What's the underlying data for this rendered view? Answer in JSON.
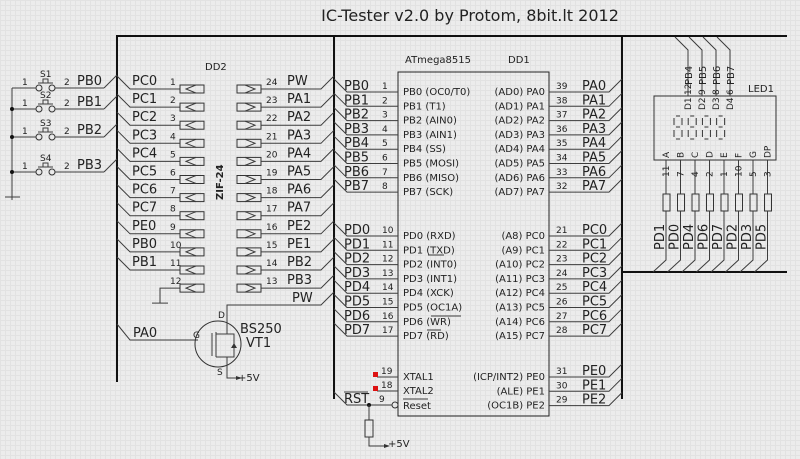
{
  "title": "IC-Tester v2.0 by Protom, 8bit.lt 2012",
  "switches": [
    {
      "ref": "S1",
      "pin1": "1",
      "pin2": "2",
      "net": "PB0"
    },
    {
      "ref": "S2",
      "pin1": "1",
      "pin2": "2",
      "net": "PB1"
    },
    {
      "ref": "S3",
      "pin1": "1",
      "pin2": "2",
      "net": "PB2"
    },
    {
      "ref": "S4",
      "pin1": "1",
      "pin2": "2",
      "net": "PB3"
    }
  ],
  "dd2": {
    "ref": "DD2",
    "name": "ZIF-24",
    "left": [
      {
        "net": "PC0",
        "pin": "1"
      },
      {
        "net": "PC1",
        "pin": "2"
      },
      {
        "net": "PC2",
        "pin": "3"
      },
      {
        "net": "PC3",
        "pin": "4"
      },
      {
        "net": "PC4",
        "pin": "5"
      },
      {
        "net": "PC5",
        "pin": "6"
      },
      {
        "net": "PC6",
        "pin": "7"
      },
      {
        "net": "PC7",
        "pin": "8"
      },
      {
        "net": "PE0",
        "pin": "9"
      },
      {
        "net": "PB0",
        "pin": "10"
      },
      {
        "net": "PB1",
        "pin": "11"
      },
      {
        "net": "",
        "pin": "12"
      }
    ],
    "right": [
      {
        "net": "PW",
        "pin": "24"
      },
      {
        "net": "PA1",
        "pin": "23"
      },
      {
        "net": "PA2",
        "pin": "22"
      },
      {
        "net": "PA3",
        "pin": "21"
      },
      {
        "net": "PA4",
        "pin": "20"
      },
      {
        "net": "PA5",
        "pin": "19"
      },
      {
        "net": "PA6",
        "pin": "18"
      },
      {
        "net": "PA7",
        "pin": "17"
      },
      {
        "net": "PE2",
        "pin": "16"
      },
      {
        "net": "PE1",
        "pin": "15"
      },
      {
        "net": "PB2",
        "pin": "14"
      },
      {
        "net": "PB3",
        "pin": "13"
      }
    ]
  },
  "vt1": {
    "ref": "VT1",
    "part": "BS250",
    "gate": "G",
    "drain": "D",
    "source": "S",
    "gate_net": "PA0",
    "drain_net": "PW",
    "supply": "+5V"
  },
  "dd1": {
    "ref": "DD1",
    "part": "ATmega8515",
    "left_top": [
      {
        "net": "PB0",
        "pin": "1",
        "fn": "PB0 (OC0/T0)"
      },
      {
        "net": "PB1",
        "pin": "2",
        "fn": "PB1 (T1)"
      },
      {
        "net": "PB2",
        "pin": "3",
        "fn": "PB2 (AIN0)"
      },
      {
        "net": "PB3",
        "pin": "4",
        "fn": "PB3 (AIN1)"
      },
      {
        "net": "PB4",
        "pin": "5",
        "fn": "PB4 (SS)"
      },
      {
        "net": "PB5",
        "pin": "6",
        "fn": "PB5 (MOSI)"
      },
      {
        "net": "PB6",
        "pin": "7",
        "fn": "PB6 (MISO)"
      },
      {
        "net": "PB7",
        "pin": "8",
        "fn": "PB7 (SCK)"
      }
    ],
    "left_mid": [
      {
        "net": "PD0",
        "pin": "10",
        "fn": "PD0 (RXD)"
      },
      {
        "net": "PD1",
        "pin": "11",
        "fn": "PD1 (TXD)"
      },
      {
        "net": "PD2",
        "pin": "12",
        "fn": "PD2 (INT0)"
      },
      {
        "net": "PD3",
        "pin": "13",
        "fn": "PD3 (INT1)"
      },
      {
        "net": "PD4",
        "pin": "14",
        "fn": "PD4 (XCK)"
      },
      {
        "net": "PD5",
        "pin": "15",
        "fn": "PD5 (OC1A)"
      },
      {
        "net": "PD6",
        "pin": "16",
        "fn": "PD6 (WR)"
      },
      {
        "net": "PD7",
        "pin": "17",
        "fn": "PD7 (RD)"
      }
    ],
    "left_bot": [
      {
        "net": "",
        "pin": "19",
        "fn": "XTAL1"
      },
      {
        "net": "",
        "pin": "18",
        "fn": "XTAL2"
      },
      {
        "net": "RST",
        "pin": "9",
        "fn": "Reset"
      }
    ],
    "right_top": [
      {
        "net": "PA0",
        "pin": "39",
        "fn": "(AD0) PA0"
      },
      {
        "net": "PA1",
        "pin": "38",
        "fn": "(AD1) PA1"
      },
      {
        "net": "PA2",
        "pin": "37",
        "fn": "(AD2) PA2"
      },
      {
        "net": "PA3",
        "pin": "36",
        "fn": "(AD3) PA3"
      },
      {
        "net": "PA4",
        "pin": "35",
        "fn": "(AD4) PA4"
      },
      {
        "net": "PA5",
        "pin": "34",
        "fn": "(AD5) PA5"
      },
      {
        "net": "PA6",
        "pin": "33",
        "fn": "(AD6) PA6"
      },
      {
        "net": "PA7",
        "pin": "32",
        "fn": "(AD7) PA7"
      }
    ],
    "right_mid": [
      {
        "net": "PC0",
        "pin": "21",
        "fn": "(A8) PC0"
      },
      {
        "net": "PC1",
        "pin": "22",
        "fn": "(A9) PC1"
      },
      {
        "net": "PC2",
        "pin": "23",
        "fn": "(A10) PC2"
      },
      {
        "net": "PC3",
        "pin": "24",
        "fn": "(A11) PC3"
      },
      {
        "net": "PC4",
        "pin": "25",
        "fn": "(A12) PC4"
      },
      {
        "net": "PC5",
        "pin": "26",
        "fn": "(A13) PC5"
      },
      {
        "net": "PC6",
        "pin": "27",
        "fn": "(A14) PC6"
      },
      {
        "net": "PC7",
        "pin": "28",
        "fn": "(A15) PC7"
      }
    ],
    "right_bot": [
      {
        "net": "PE0",
        "pin": "31",
        "fn": "(ICP/INT2) PE0"
      },
      {
        "net": "PE1",
        "pin": "30",
        "fn": "(ALE) PE1"
      },
      {
        "net": "PE2",
        "pin": "29",
        "fn": "(OC1B) PE2"
      }
    ],
    "reset_supply": "+5V"
  },
  "led1": {
    "ref": "LED1",
    "digits": [
      {
        "net": "PB4",
        "pin": "12",
        "label": "D1"
      },
      {
        "net": "PB5",
        "pin": "9",
        "label": "D2"
      },
      {
        "net": "PB6",
        "pin": "8",
        "label": "D3"
      },
      {
        "net": "PB7",
        "pin": "6",
        "label": "D4"
      }
    ],
    "segments": [
      {
        "label": "A",
        "pin": "11",
        "net": "PD1"
      },
      {
        "label": "B",
        "pin": "7",
        "net": "PD0"
      },
      {
        "label": "C",
        "pin": "4",
        "net": "PD4"
      },
      {
        "label": "D",
        "pin": "2",
        "net": "PD6"
      },
      {
        "label": "E",
        "pin": "1",
        "net": "PD7"
      },
      {
        "label": "F",
        "pin": "10",
        "net": "PD2"
      },
      {
        "label": "G",
        "pin": "5",
        "net": "PD3"
      },
      {
        "label": "DP",
        "pin": "3",
        "net": "PD5"
      }
    ]
  },
  "colors": {
    "wire": "#3c3c3c",
    "bus": "#111111",
    "xtal_marker": "#dd1111"
  }
}
